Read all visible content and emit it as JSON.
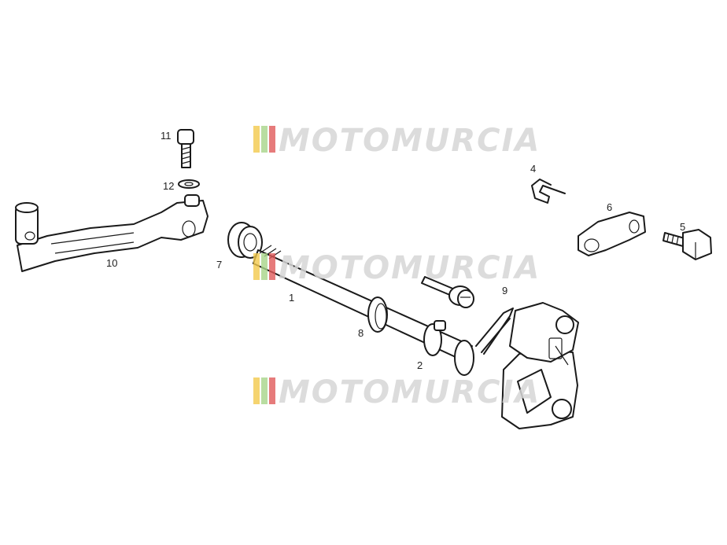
{
  "diagram": {
    "callouts": {
      "c1": "1",
      "c2": "2",
      "c4": "4",
      "c5": "5",
      "c6": "6",
      "c7": "7",
      "c8": "8",
      "c9": "9",
      "c10": "10",
      "c11": "11",
      "c12": "12"
    }
  },
  "watermark": {
    "text": "MOTOMURCIA",
    "stripe_colors": [
      "#f2c94c",
      "#a8d58a",
      "#e05a5a"
    ]
  }
}
